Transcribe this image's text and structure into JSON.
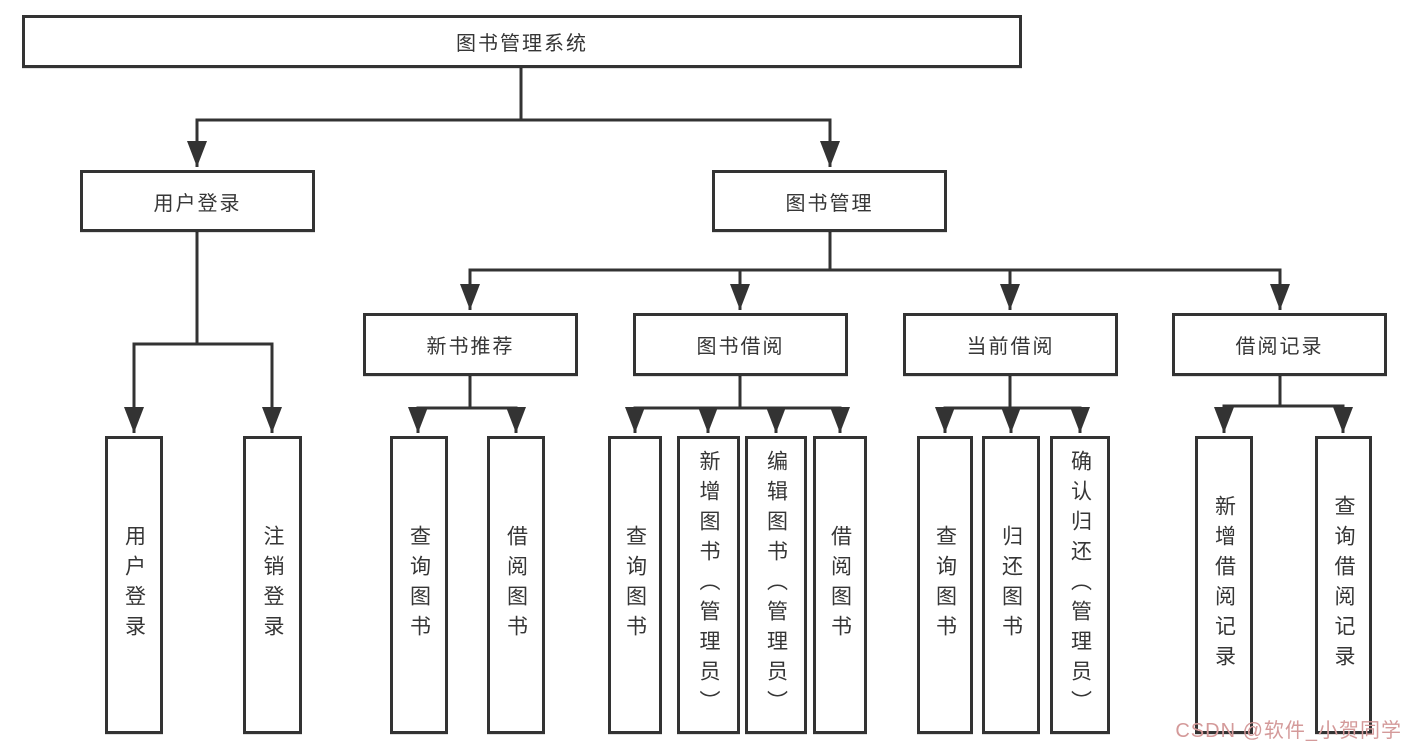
{
  "diagram": {
    "type": "hierarchy",
    "root": "图书管理系统",
    "level2": [
      "用户登录",
      "图书管理"
    ],
    "level3": [
      "新书推荐",
      "图书借阅",
      "当前借阅",
      "借阅记录"
    ],
    "leaves": {
      "g1": [
        "用户登录",
        "注销登录"
      ],
      "g2": [
        "查询图书",
        "借阅图书"
      ],
      "g3": [
        "查询图书",
        "新增图书（管理员）",
        "编辑图书（管理员）",
        "借阅图书"
      ],
      "g4": [
        "查询图书",
        "归还图书",
        "确认归还（管理员）"
      ],
      "g5": [
        "新增借阅记录",
        "查询借阅记录"
      ]
    },
    "edges": [
      "图书管理系统→用户登录",
      "图书管理系统→图书管理",
      "用户登录→用户登录",
      "用户登录→注销登录",
      "图书管理→新书推荐",
      "图书管理→图书借阅",
      "图书管理→当前借阅",
      "图书管理→借阅记录",
      "新书推荐→查询图书",
      "新书推荐→借阅图书",
      "图书借阅→查询图书",
      "图书借阅→新增图书（管理员）",
      "图书借阅→编辑图书（管理员）",
      "图书借阅→借阅图书",
      "当前借阅→查询图书",
      "当前借阅→归还图书",
      "当前借阅→确认归还（管理员）",
      "借阅记录→新增借阅记录",
      "借阅记录→查询借阅记录"
    ]
  },
  "colors": {
    "line": "#333333",
    "box_border": "#333333",
    "text": "#363636",
    "background": "#ffffff",
    "watermark": "#D49A9A"
  },
  "watermark": {
    "text": "CSDN @软件_小贺同学"
  }
}
